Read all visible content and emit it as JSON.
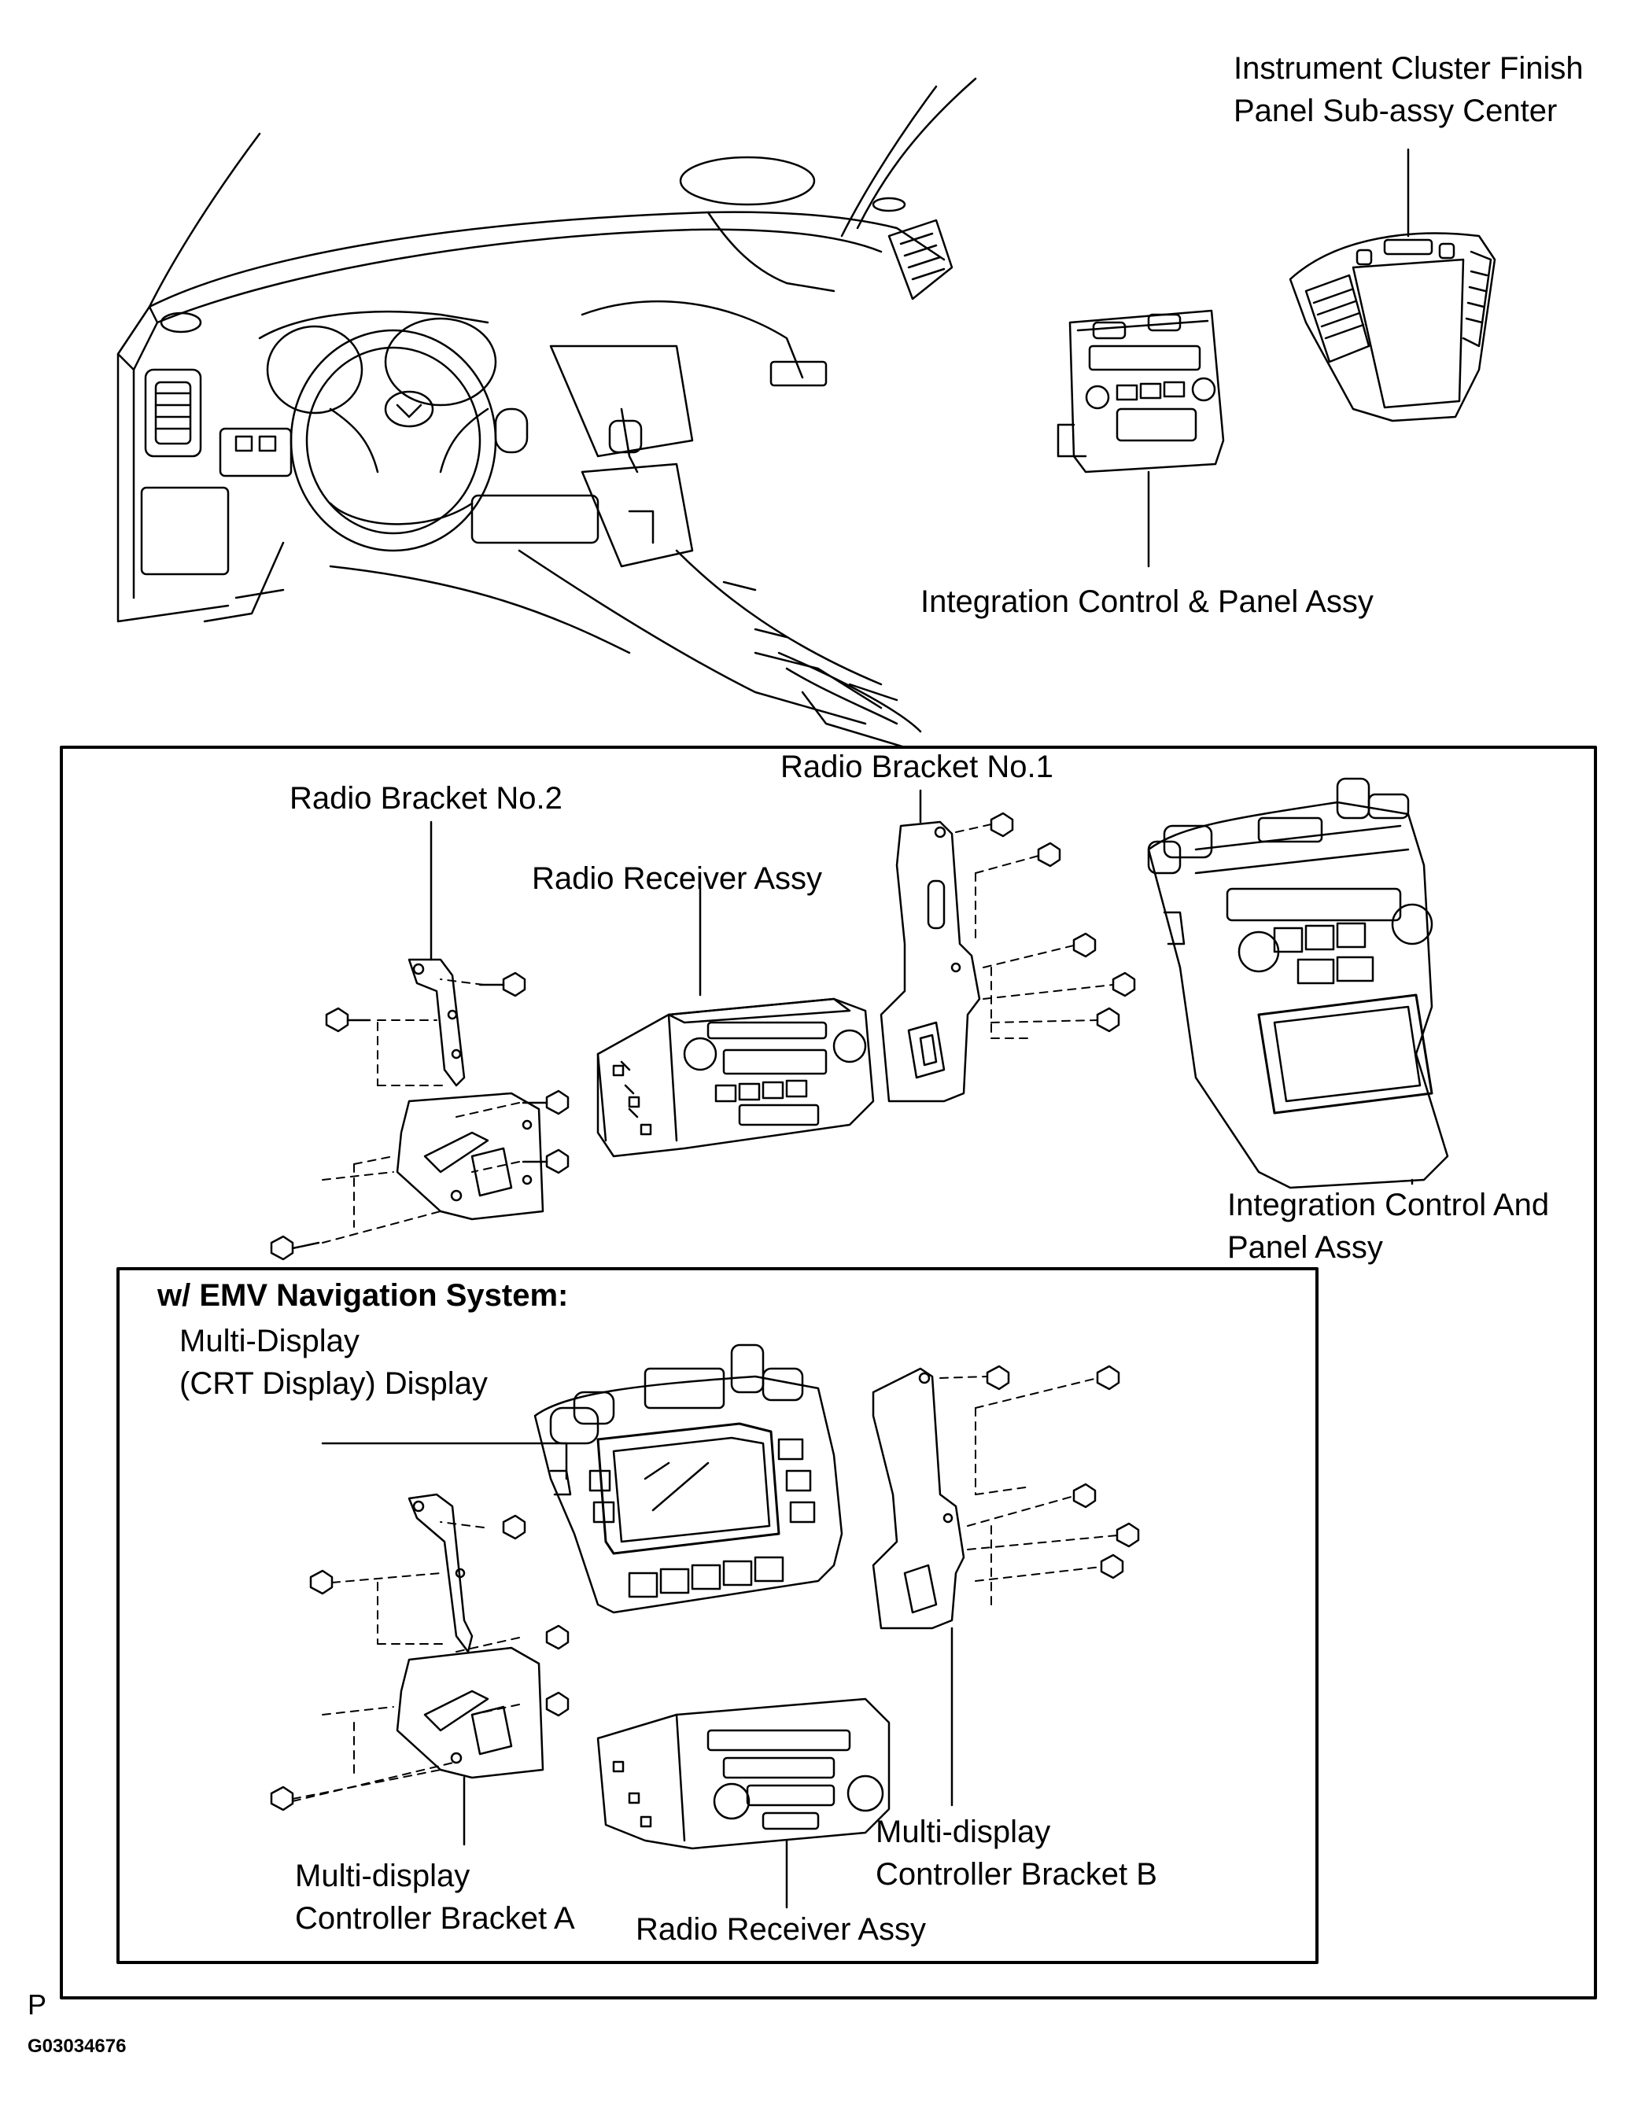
{
  "labels": {
    "instrument_cluster": [
      "Instrument Cluster Finish",
      "Panel Sub-assy Center"
    ],
    "integration_control_top": "Integration Control & Panel Assy",
    "radio_bracket_no2": "Radio Bracket No.2",
    "radio_bracket_no1": "Radio Bracket No.1",
    "radio_receiver_top": "Radio Receiver Assy",
    "integration_control_and": [
      "Integration Control And",
      "Panel Assy"
    ],
    "emv_header": "w/ EMV Navigation System:",
    "multi_display": [
      "Multi-Display",
      "(CRT Display) Display"
    ],
    "bracket_a": [
      "Multi-display",
      "Controller Bracket A"
    ],
    "bracket_b": [
      "Multi-display",
      "Controller Bracket B"
    ],
    "radio_receiver_bottom": "Radio Receiver Assy"
  },
  "footer": {
    "marker": "P",
    "code": "G03034676"
  }
}
